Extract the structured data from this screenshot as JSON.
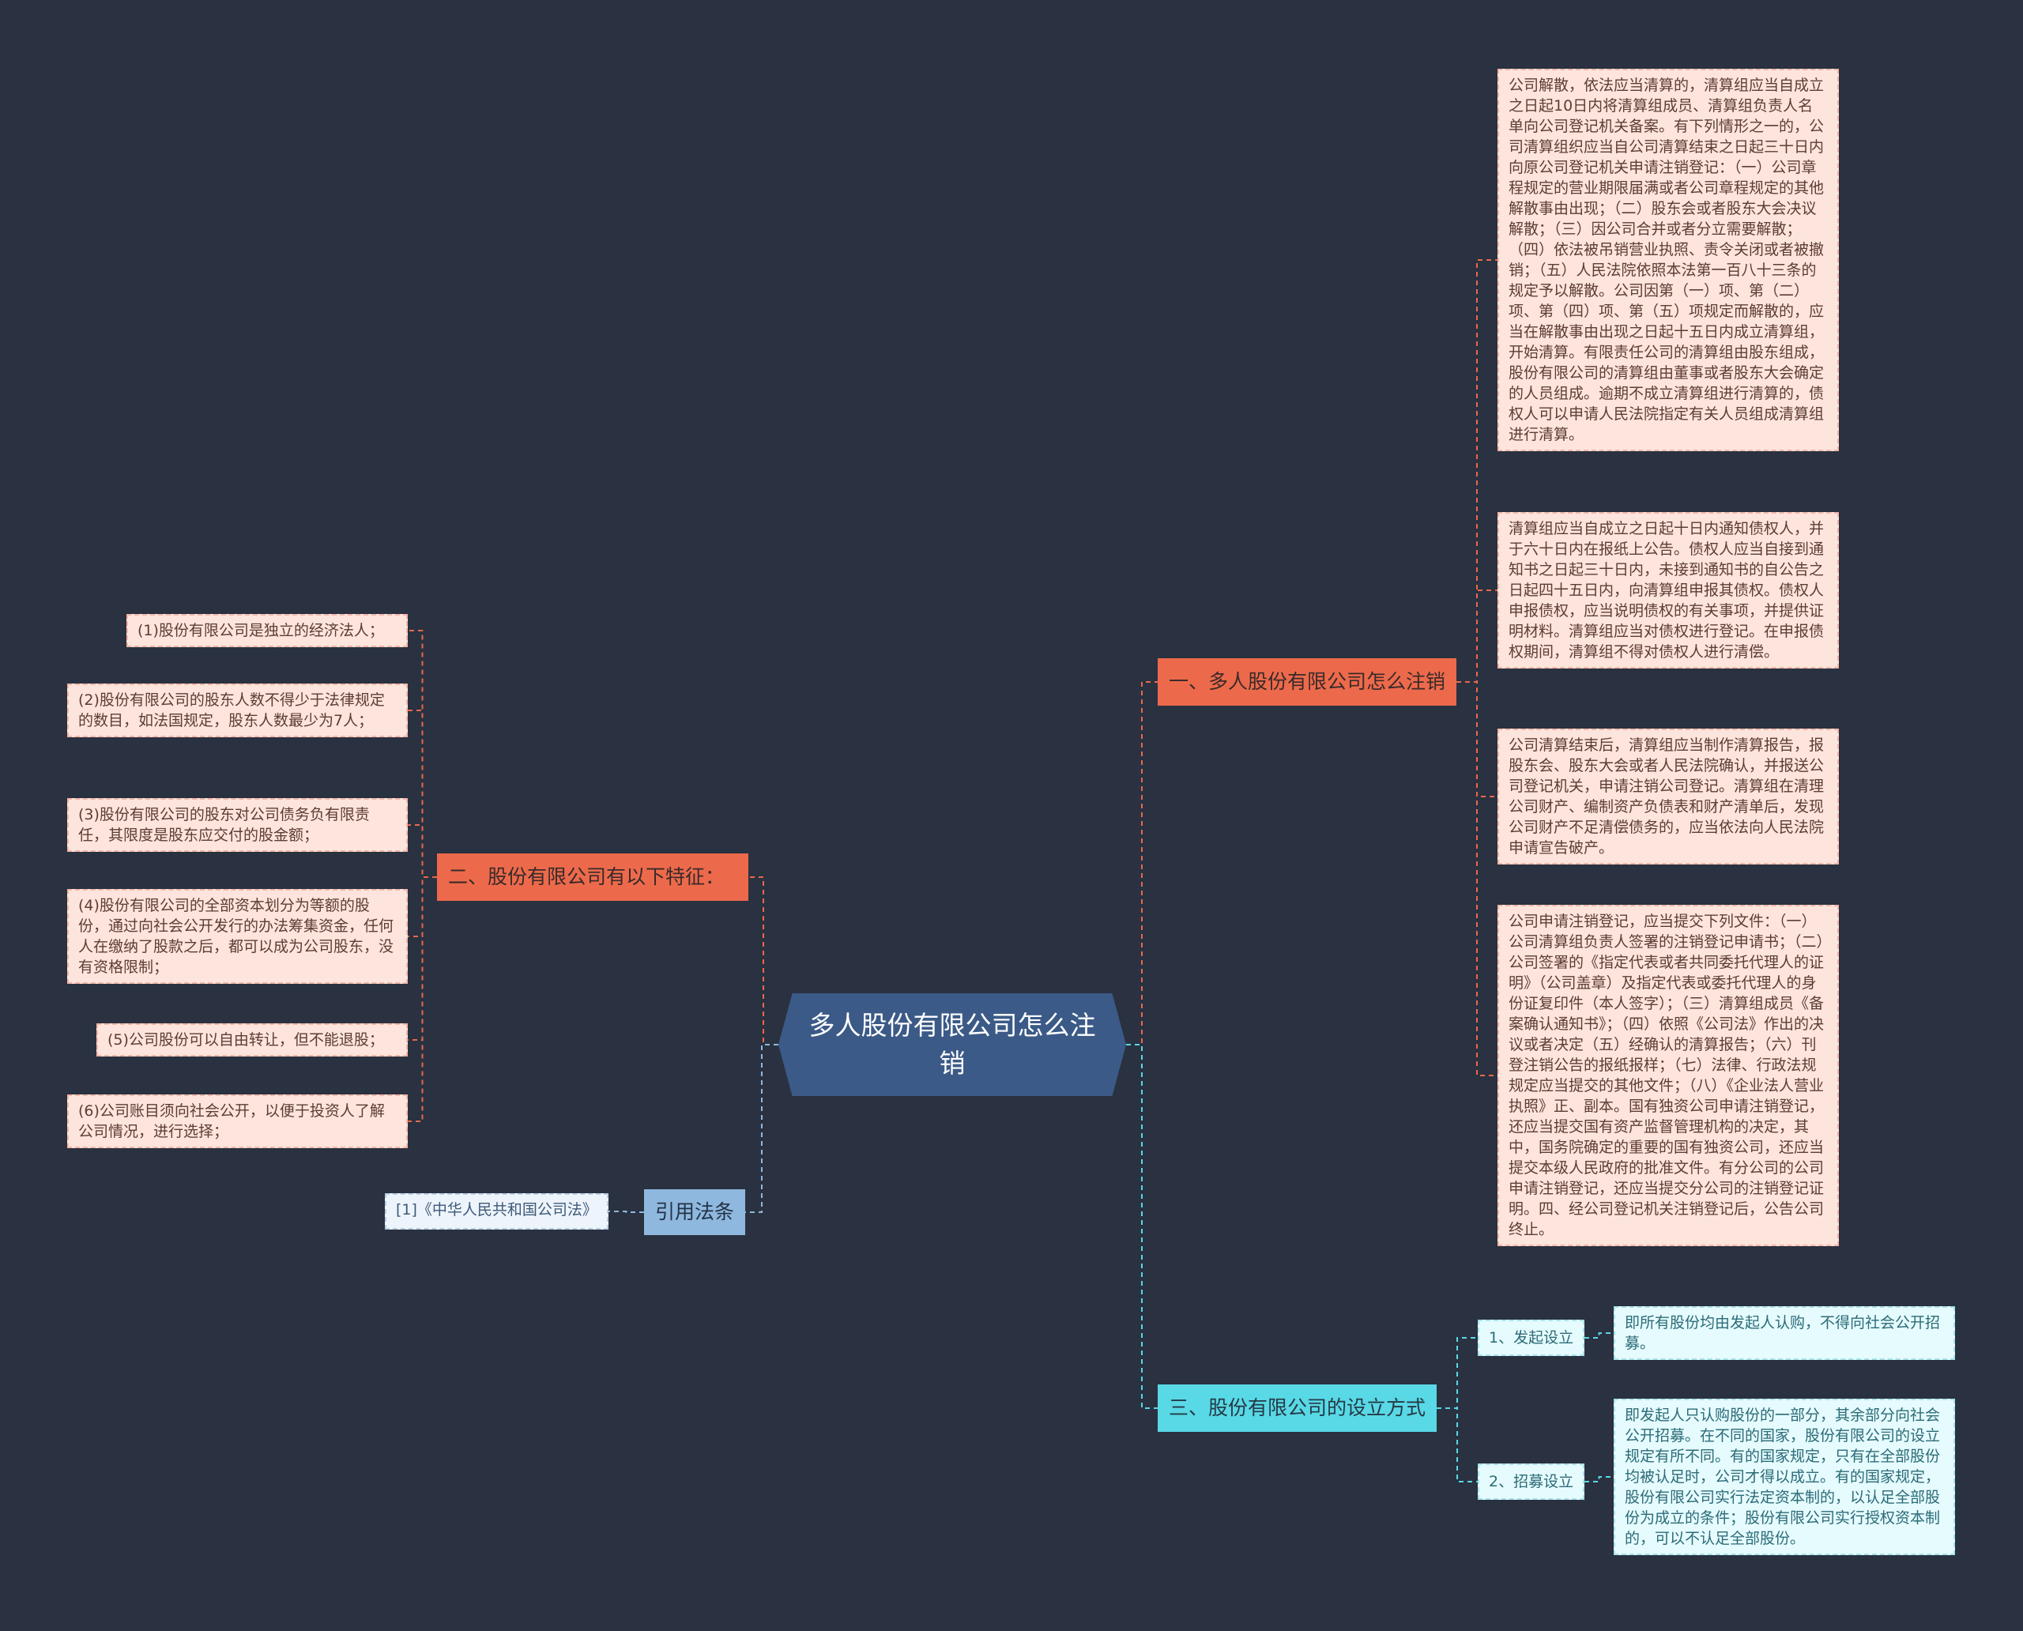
{
  "root": {
    "title": "多人股份有限公司怎么注销"
  },
  "branch1": {
    "label": "一、多人股份有限公司怎么注销",
    "items": [
      "公司解散，依法应当清算的，清算组应当自成立之日起10日内将清算组成员、清算组负责人名单向公司登记机关备案。有下列情形之一的，公司清算组织应当自公司清算结束之日起三十日内向原公司登记机关申请注销登记：（一）公司章程规定的营业期限届满或者公司章程规定的其他解散事由出现；（二）股东会或者股东大会决议解散；（三）因公司合并或者分立需要解散；（四）依法被吊销营业执照、责令关闭或者被撤销；（五）人民法院依照本法第一百八十三条的规定予以解散。公司因第（一）项、第（二）项、第（四）项、第（五）项规定而解散的，应当在解散事由出现之日起十五日内成立清算组，开始清算。有限责任公司的清算组由股东组成，股份有限公司的清算组由董事或者股东大会确定的人员组成。逾期不成立清算组进行清算的，债权人可以申请人民法院指定有关人员组成清算组进行清算。",
      "清算组应当自成立之日起十日内通知债权人，并于六十日内在报纸上公告。债权人应当自接到通知书之日起三十日内，未接到通知书的自公告之日起四十五日内，向清算组申报其债权。债权人申报债权，应当说明债权的有关事项，并提供证明材料。清算组应当对债权进行登记。在申报债权期间，清算组不得对债权人进行清偿。",
      "公司清算结束后，清算组应当制作清算报告，报股东会、股东大会或者人民法院确认，并报送公司登记机关，申请注销公司登记。清算组在清理公司财产、编制资产负债表和财产清单后，发现公司财产不足清偿债务的，应当依法向人民法院申请宣告破产。",
      "公司申请注销登记，应当提交下列文件：（一）公司清算组负责人签署的注销登记申请书；（二）公司签署的《指定代表或者共同委托代理人的证明》（公司盖章）及指定代表或委托代理人的身份证复印件（本人签字）；（三）清算组成员《备案确认通知书》；（四）依照《公司法》作出的决议或者决定（五）经确认的清算报告；（六）刊登注销公告的报纸报样；（七）法律、行政法规规定应当提交的其他文件；（八）《企业法人营业执照》正、副本。国有独资公司申请注销登记，还应当提交国有资产监督管理机构的决定，其中，国务院确定的重要的国有独资公司，还应当提交本级人民政府的批准文件。有分公司的公司申请注销登记，还应当提交分公司的注销登记证明。四、经公司登记机关注销登记后，公告公司终止。"
    ]
  },
  "branch2": {
    "label": "二、股份有限公司有以下特征：",
    "items": [
      "(1)股份有限公司是独立的经济法人；",
      "(2)股份有限公司的股东人数不得少于法律规定的数目，如法国规定，股东人数最少为7人；",
      "(3)股份有限公司的股东对公司债务负有限责任，其限度是股东应交付的股金额；",
      "(4)股份有限公司的全部资本划分为等额的股份，通过向社会公开发行的办法筹集资金，任何人在缴纳了股款之后，都可以成为公司股东，没有资格限制；",
      "(5)公司股份可以自由转让，但不能退股；",
      "(6)公司账目须向社会公开，以便于投资人了解公司情况，进行选择；"
    ]
  },
  "branch3": {
    "label": "三、股份有限公司的设立方式",
    "subs": [
      {
        "label": "1、发起设立",
        "detail": "即所有股份均由发起人认购，不得向社会公开招募。"
      },
      {
        "label": "2、招募设立",
        "detail": "即发起人只认购股份的一部分，其余部分向社会公开招募。在不同的国家，股份有限公司的设立规定有所不同。有的国家规定，只有在全部股份均被认足时，公司才得以成立。有的国家规定，股份有限公司实行法定资本制的，以认足全部股份为成立的条件；股份有限公司实行授权资本制的，可以不认足全部股份。"
      }
    ]
  },
  "branch4": {
    "label": "引用法条",
    "items": [
      "[1]《中华人民共和国公司法》"
    ]
  },
  "colors": {
    "background": "#2a3140",
    "root": "#3b5a87",
    "red_branch": "#ec6a4b",
    "cyan_branch": "#59d8e6",
    "blue_branch": "#8fb8de",
    "red_leaf": "#fde4dc",
    "cyan_leaf": "#e5fbfd"
  }
}
